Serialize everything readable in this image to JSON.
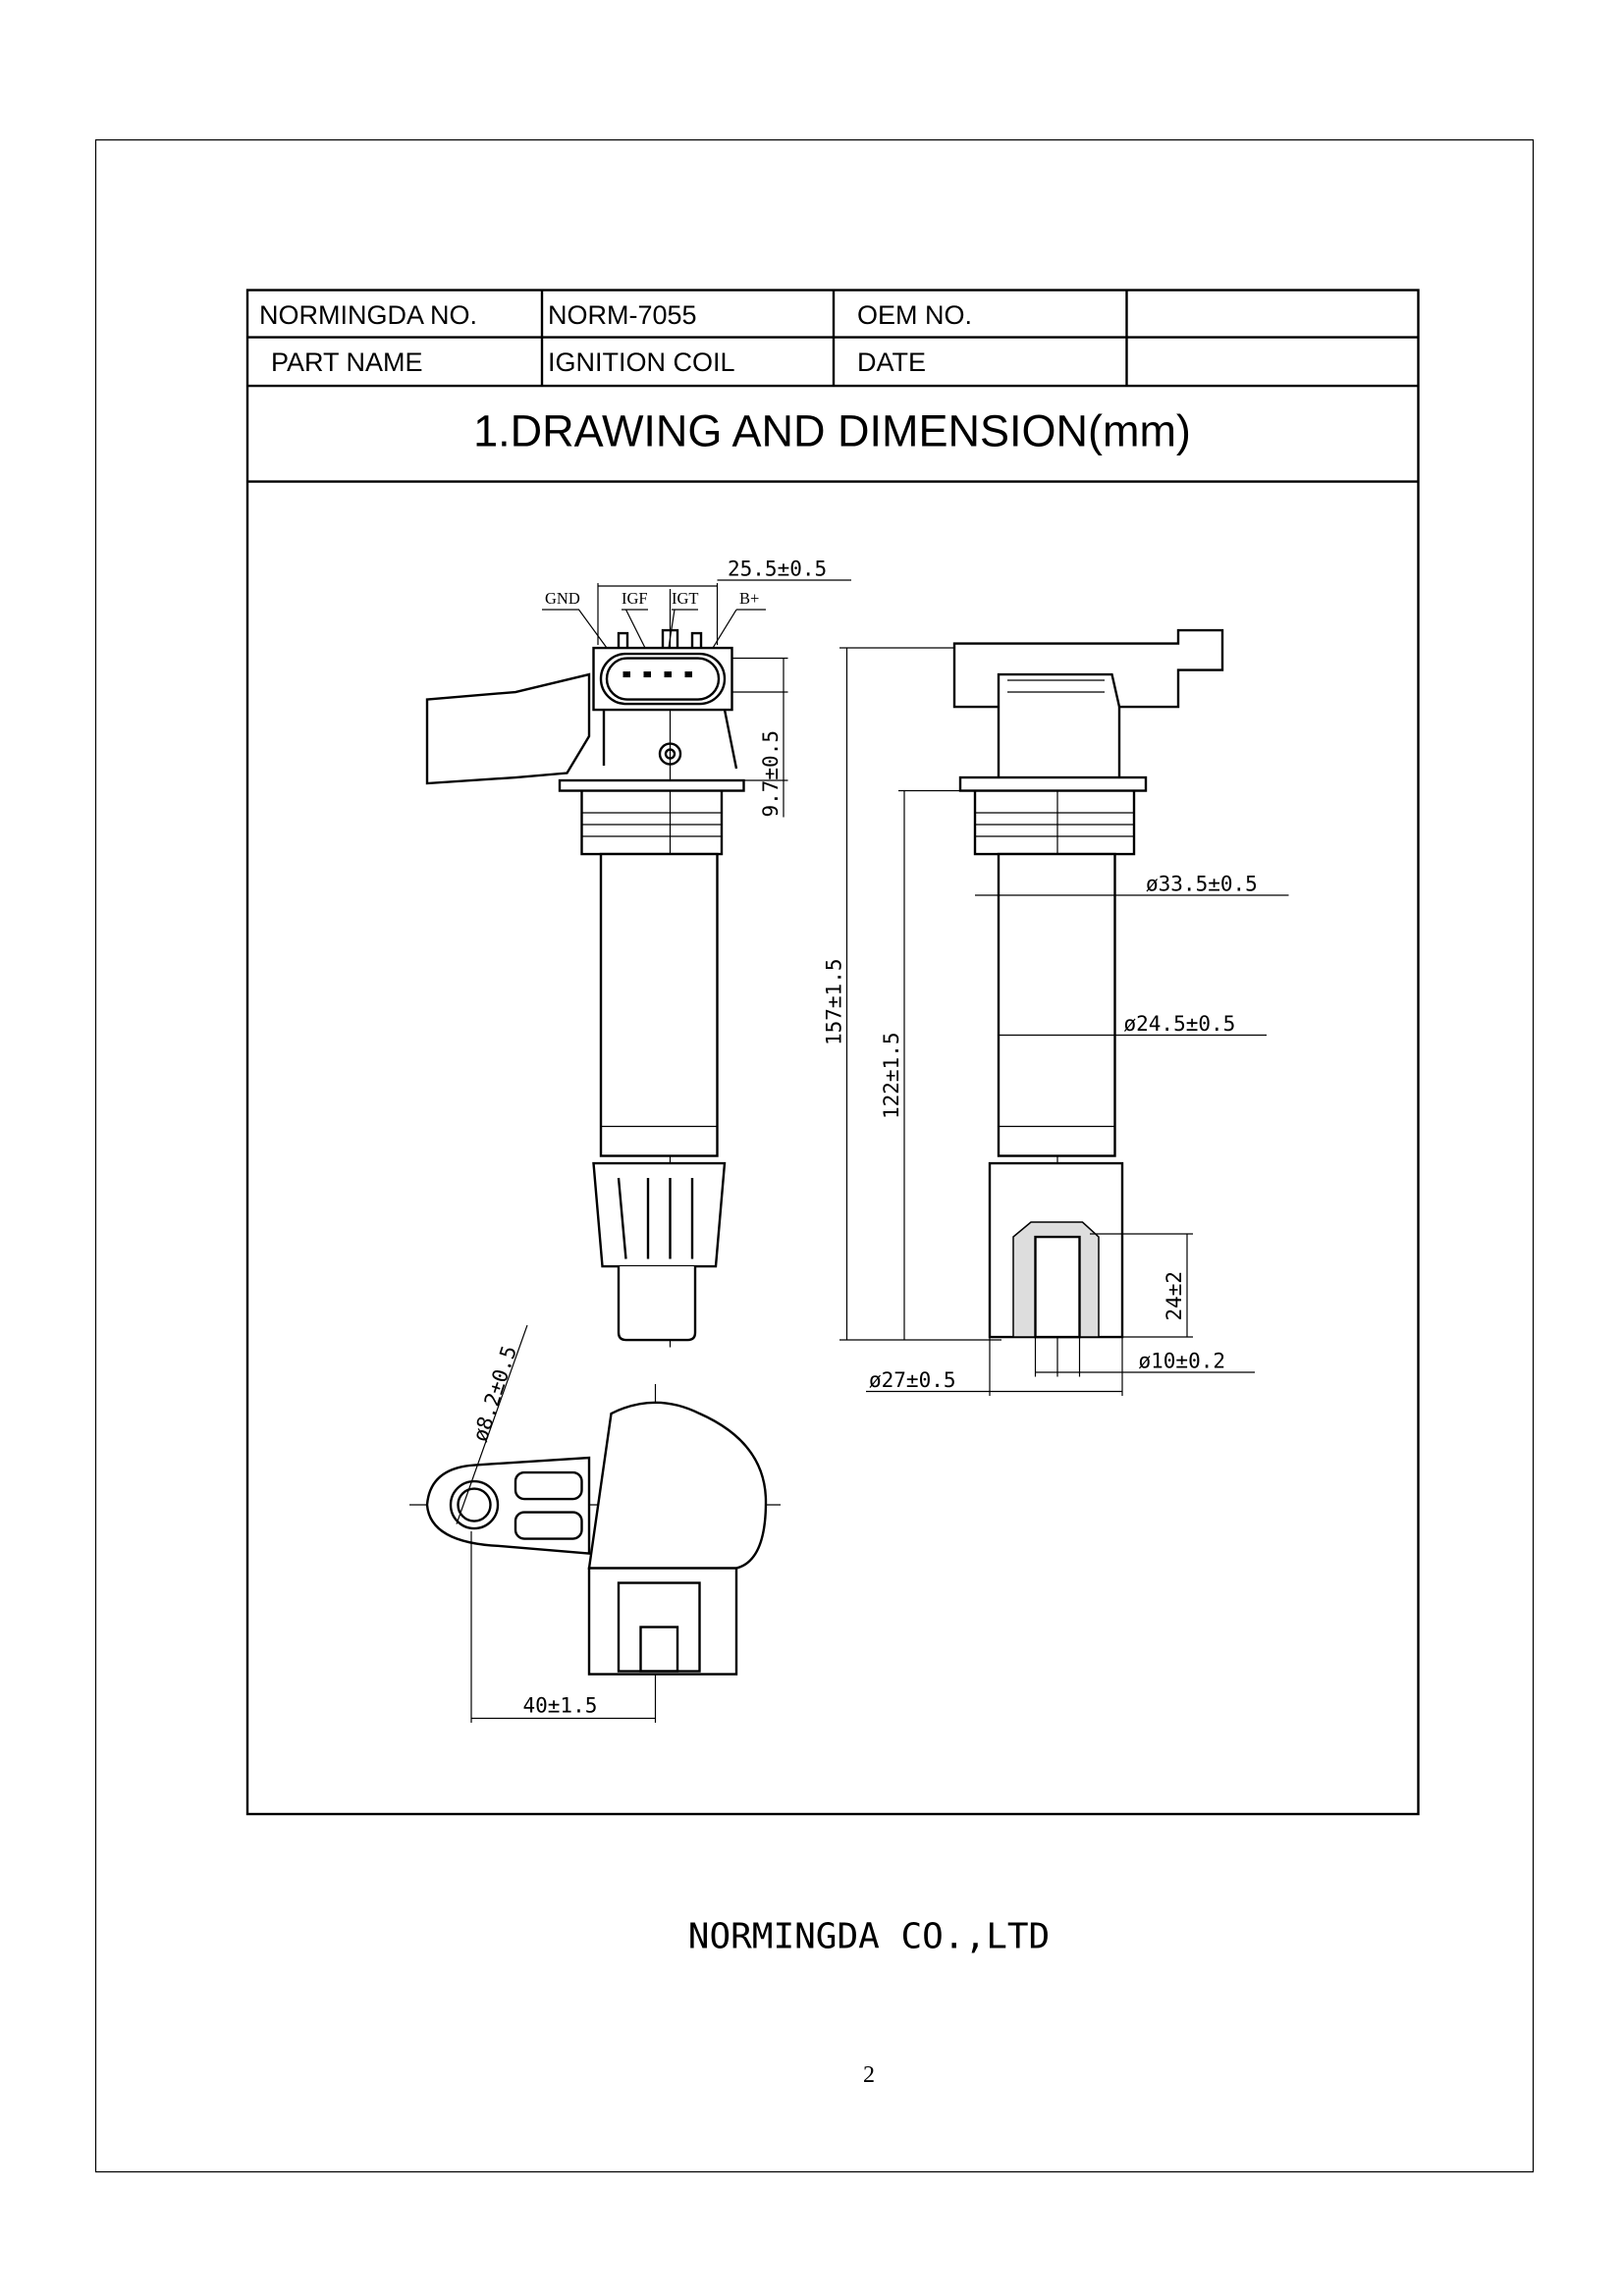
{
  "header": {
    "normingda_no_label": "NORMINGDA NO.",
    "normingda_no_value": "NORM-7055",
    "oem_no_label": "OEM NO.",
    "oem_no_value": "",
    "part_name_label": "PART NAME",
    "part_name_value": "IGNITION COIL",
    "date_label": "DATE",
    "date_value": ""
  },
  "section_title": "1.DRAWING AND DIMENSION(mm)",
  "drawing": {
    "pins": [
      "GND",
      "IGF",
      "IGT",
      "B+"
    ],
    "dims": {
      "connector_width": "25.5±0.5",
      "connector_height": "9.7±0.5",
      "overall_length": "157±1.5",
      "body_length": "122±1.5",
      "flange_dia": "ø33.5±0.5",
      "tube_dia": "ø24.5±0.5",
      "boot_length": "24±2",
      "boot_dia": "ø27±0.5",
      "tip_dia": "ø10±0.2",
      "hole_dia": "ø8.2±0.5",
      "hole_offset": "40±1.5"
    }
  },
  "footer": {
    "company": "NORMINGDA CO.,LTD",
    "page_number": "2"
  }
}
